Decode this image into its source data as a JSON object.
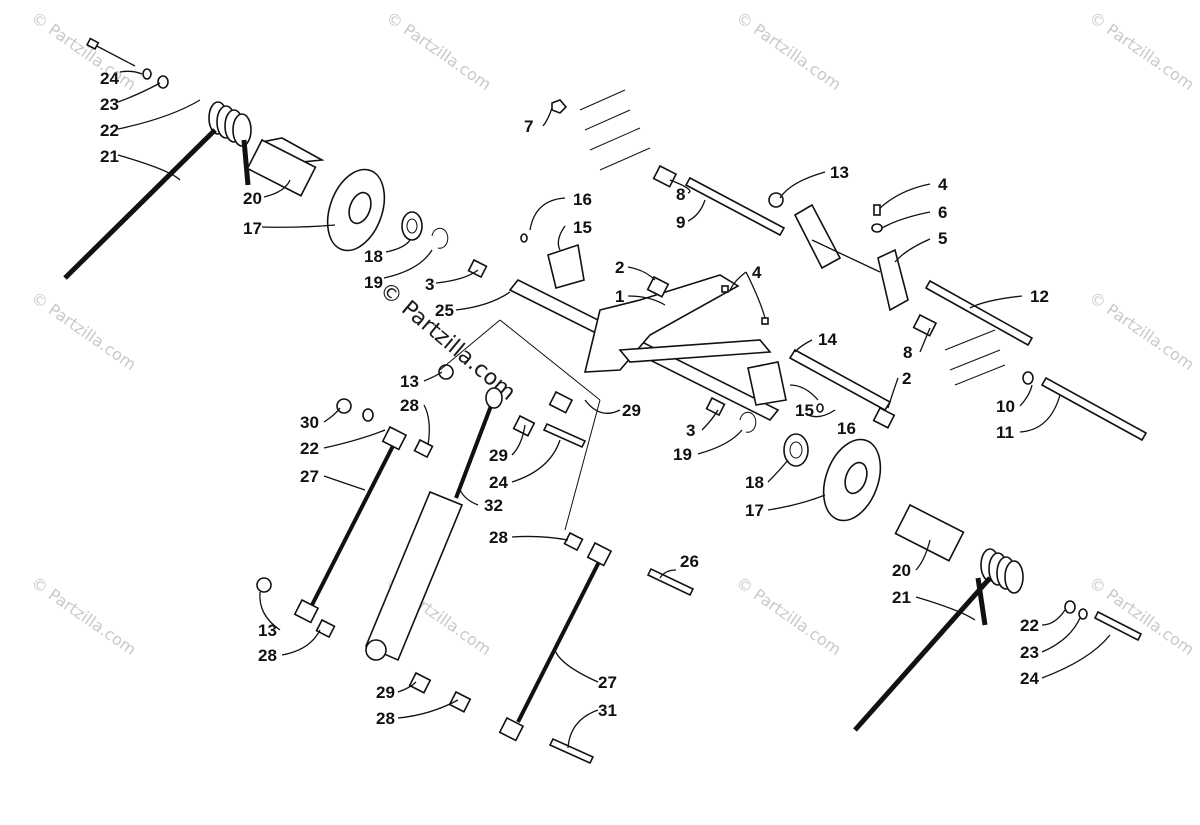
{
  "diagram": {
    "watermarks": [
      "© Partzilla.com",
      "© Partzilla.com",
      "© Partzilla.com",
      "© Partzilla.com",
      "© Partzilla.com",
      "© Partzilla.com",
      "© Partzilla.com",
      "© Partzilla.com",
      "© Partzilla.com",
      "© Partzilla.com"
    ],
    "center_watermark": "© Partzilla.com",
    "callouts": [
      "24",
      "23",
      "22",
      "21",
      "20",
      "17",
      "18",
      "19",
      "3",
      "25",
      "7",
      "8",
      "9",
      "13",
      "4",
      "6",
      "5",
      "16",
      "15",
      "2",
      "1",
      "4",
      "12",
      "14",
      "8",
      "2",
      "10",
      "11",
      "13",
      "28",
      "30",
      "22",
      "27",
      "29",
      "24",
      "32",
      "3",
      "19",
      "15",
      "16",
      "18",
      "17",
      "29",
      "28",
      "26",
      "20",
      "21",
      "22",
      "23",
      "24",
      "13",
      "28",
      "29",
      "28",
      "27",
      "31"
    ]
  }
}
